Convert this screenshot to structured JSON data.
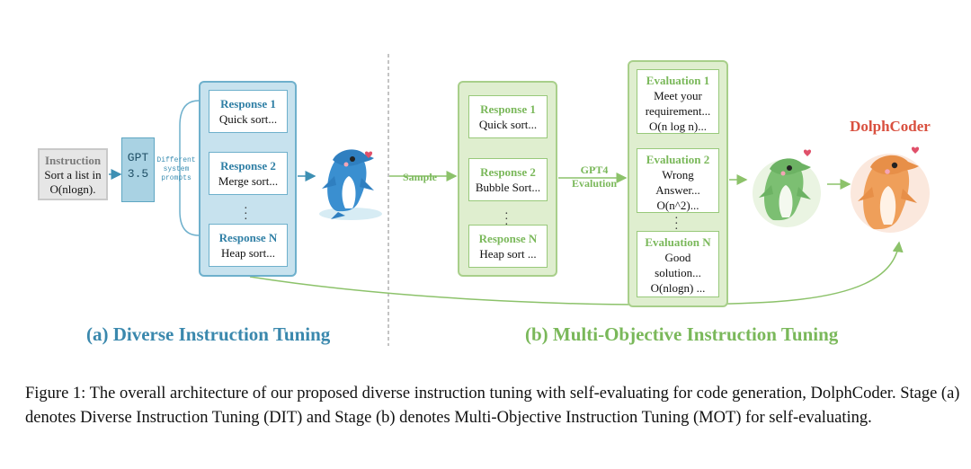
{
  "instruction": {
    "heading": "Instruction",
    "line1": "Sort a list in",
    "line2": "O(nlogn)."
  },
  "gpt35": {
    "line1": "GPT",
    "line2": "3.5"
  },
  "different_prompts": {
    "line1": "Different",
    "line2": "system",
    "line3": "prompts"
  },
  "responses_a": [
    {
      "title": "Response 1",
      "text": "Quick sort..."
    },
    {
      "title": "Response 2",
      "text": "Merge sort..."
    },
    {
      "title": "Response N",
      "text": "Heap sort..."
    }
  ],
  "sample_label": "Sample",
  "responses_b": [
    {
      "title": "Response 1",
      "text": "Quick sort..."
    },
    {
      "title": "Response 2",
      "text": "Bubble Sort..."
    },
    {
      "title": "Response N",
      "text": "Heap sort ..."
    }
  ],
  "gpt4": {
    "line1": "GPT4",
    "line2": "Evalution"
  },
  "evaluations": [
    {
      "title": "Evaluation 1",
      "lines": [
        "Meet your",
        "requirement...",
        "O(n log n)..."
      ]
    },
    {
      "title": "Evaluation 2",
      "lines": [
        "Wrong",
        "Answer...",
        "O(n^2)..."
      ]
    },
    {
      "title": "Evaluation N",
      "lines": [
        "Good",
        "solution...",
        "O(nlogn) ..."
      ]
    }
  ],
  "dolphcoder_label": "DolphCoder",
  "stage_a": "(a) Diverse Instruction Tuning",
  "stage_b": "(b) Multi-Objective Instruction Tuning",
  "caption": "Figure 1: The overall architecture of our proposed diverse instruction tuning with self-evaluating for code generation, DolphCoder. Stage (a) denotes Diverse Instruction Tuning (DIT) and Stage (b) denotes Multi-Objective Instruction Tuning (MOT) for self-evaluating.",
  "colors": {
    "blue_accent": "#3a88ad",
    "green_accent": "#7ab85a",
    "dolphcoder_red": "#d9503f"
  }
}
